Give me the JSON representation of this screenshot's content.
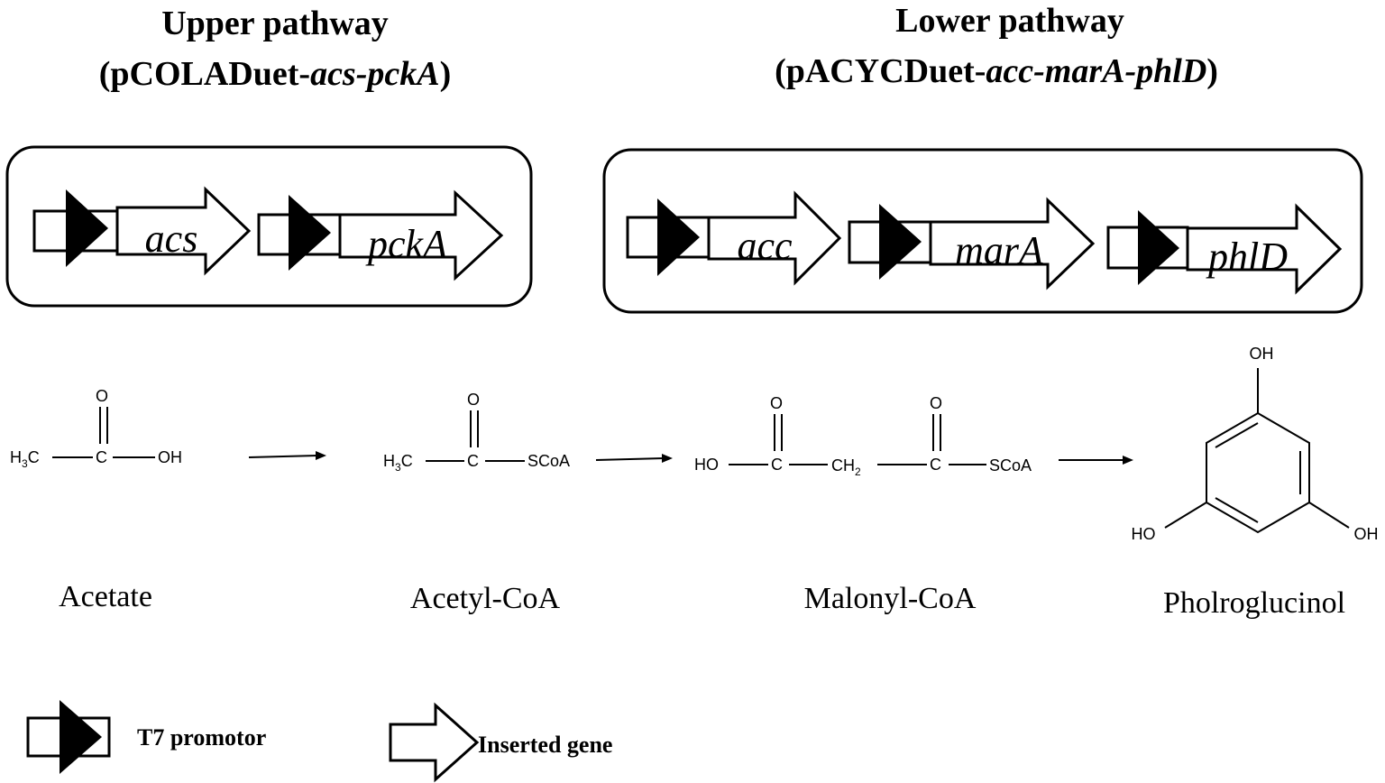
{
  "upper": {
    "title": "Upper pathway",
    "plasmid_prefix": "(pCOLADuet-",
    "plasmid_genes": "acs-pckA",
    "plasmid_suffix": ")",
    "genes": [
      "acs",
      "pckA"
    ]
  },
  "lower": {
    "title": "Lower pathway",
    "plasmid_prefix": "(pACYCDuet-",
    "plasmid_genes": "acc-marA-phlD",
    "plasmid_suffix": ")",
    "genes": [
      "acc",
      "marA",
      "phlD"
    ]
  },
  "structures": {
    "acetate": {
      "left": "H",
      "left_sub": "3",
      "left_end": "C",
      "c": "C",
      "o": "O",
      "right": "OH"
    },
    "acetyl_coa": {
      "left": "H",
      "left_sub": "3",
      "left_end": "C",
      "c": "C",
      "o": "O",
      "right": "SCoA"
    },
    "malonyl_coa": {
      "ho": "HO",
      "c1": "C",
      "o1": "O",
      "ch": "CH",
      "ch_sub": "2",
      "c2": "C",
      "o2": "O",
      "right": "SCoA"
    },
    "phloroglucinol": {
      "oh_top": "OH",
      "oh_left": "HO",
      "oh_right": "OH"
    }
  },
  "compounds": [
    "Acetate",
    "Acetyl-CoA",
    "Malonyl-CoA",
    "Pholroglucinol"
  ],
  "legend": {
    "promoter": "T7 promotor",
    "gene": "Inserted gene"
  }
}
